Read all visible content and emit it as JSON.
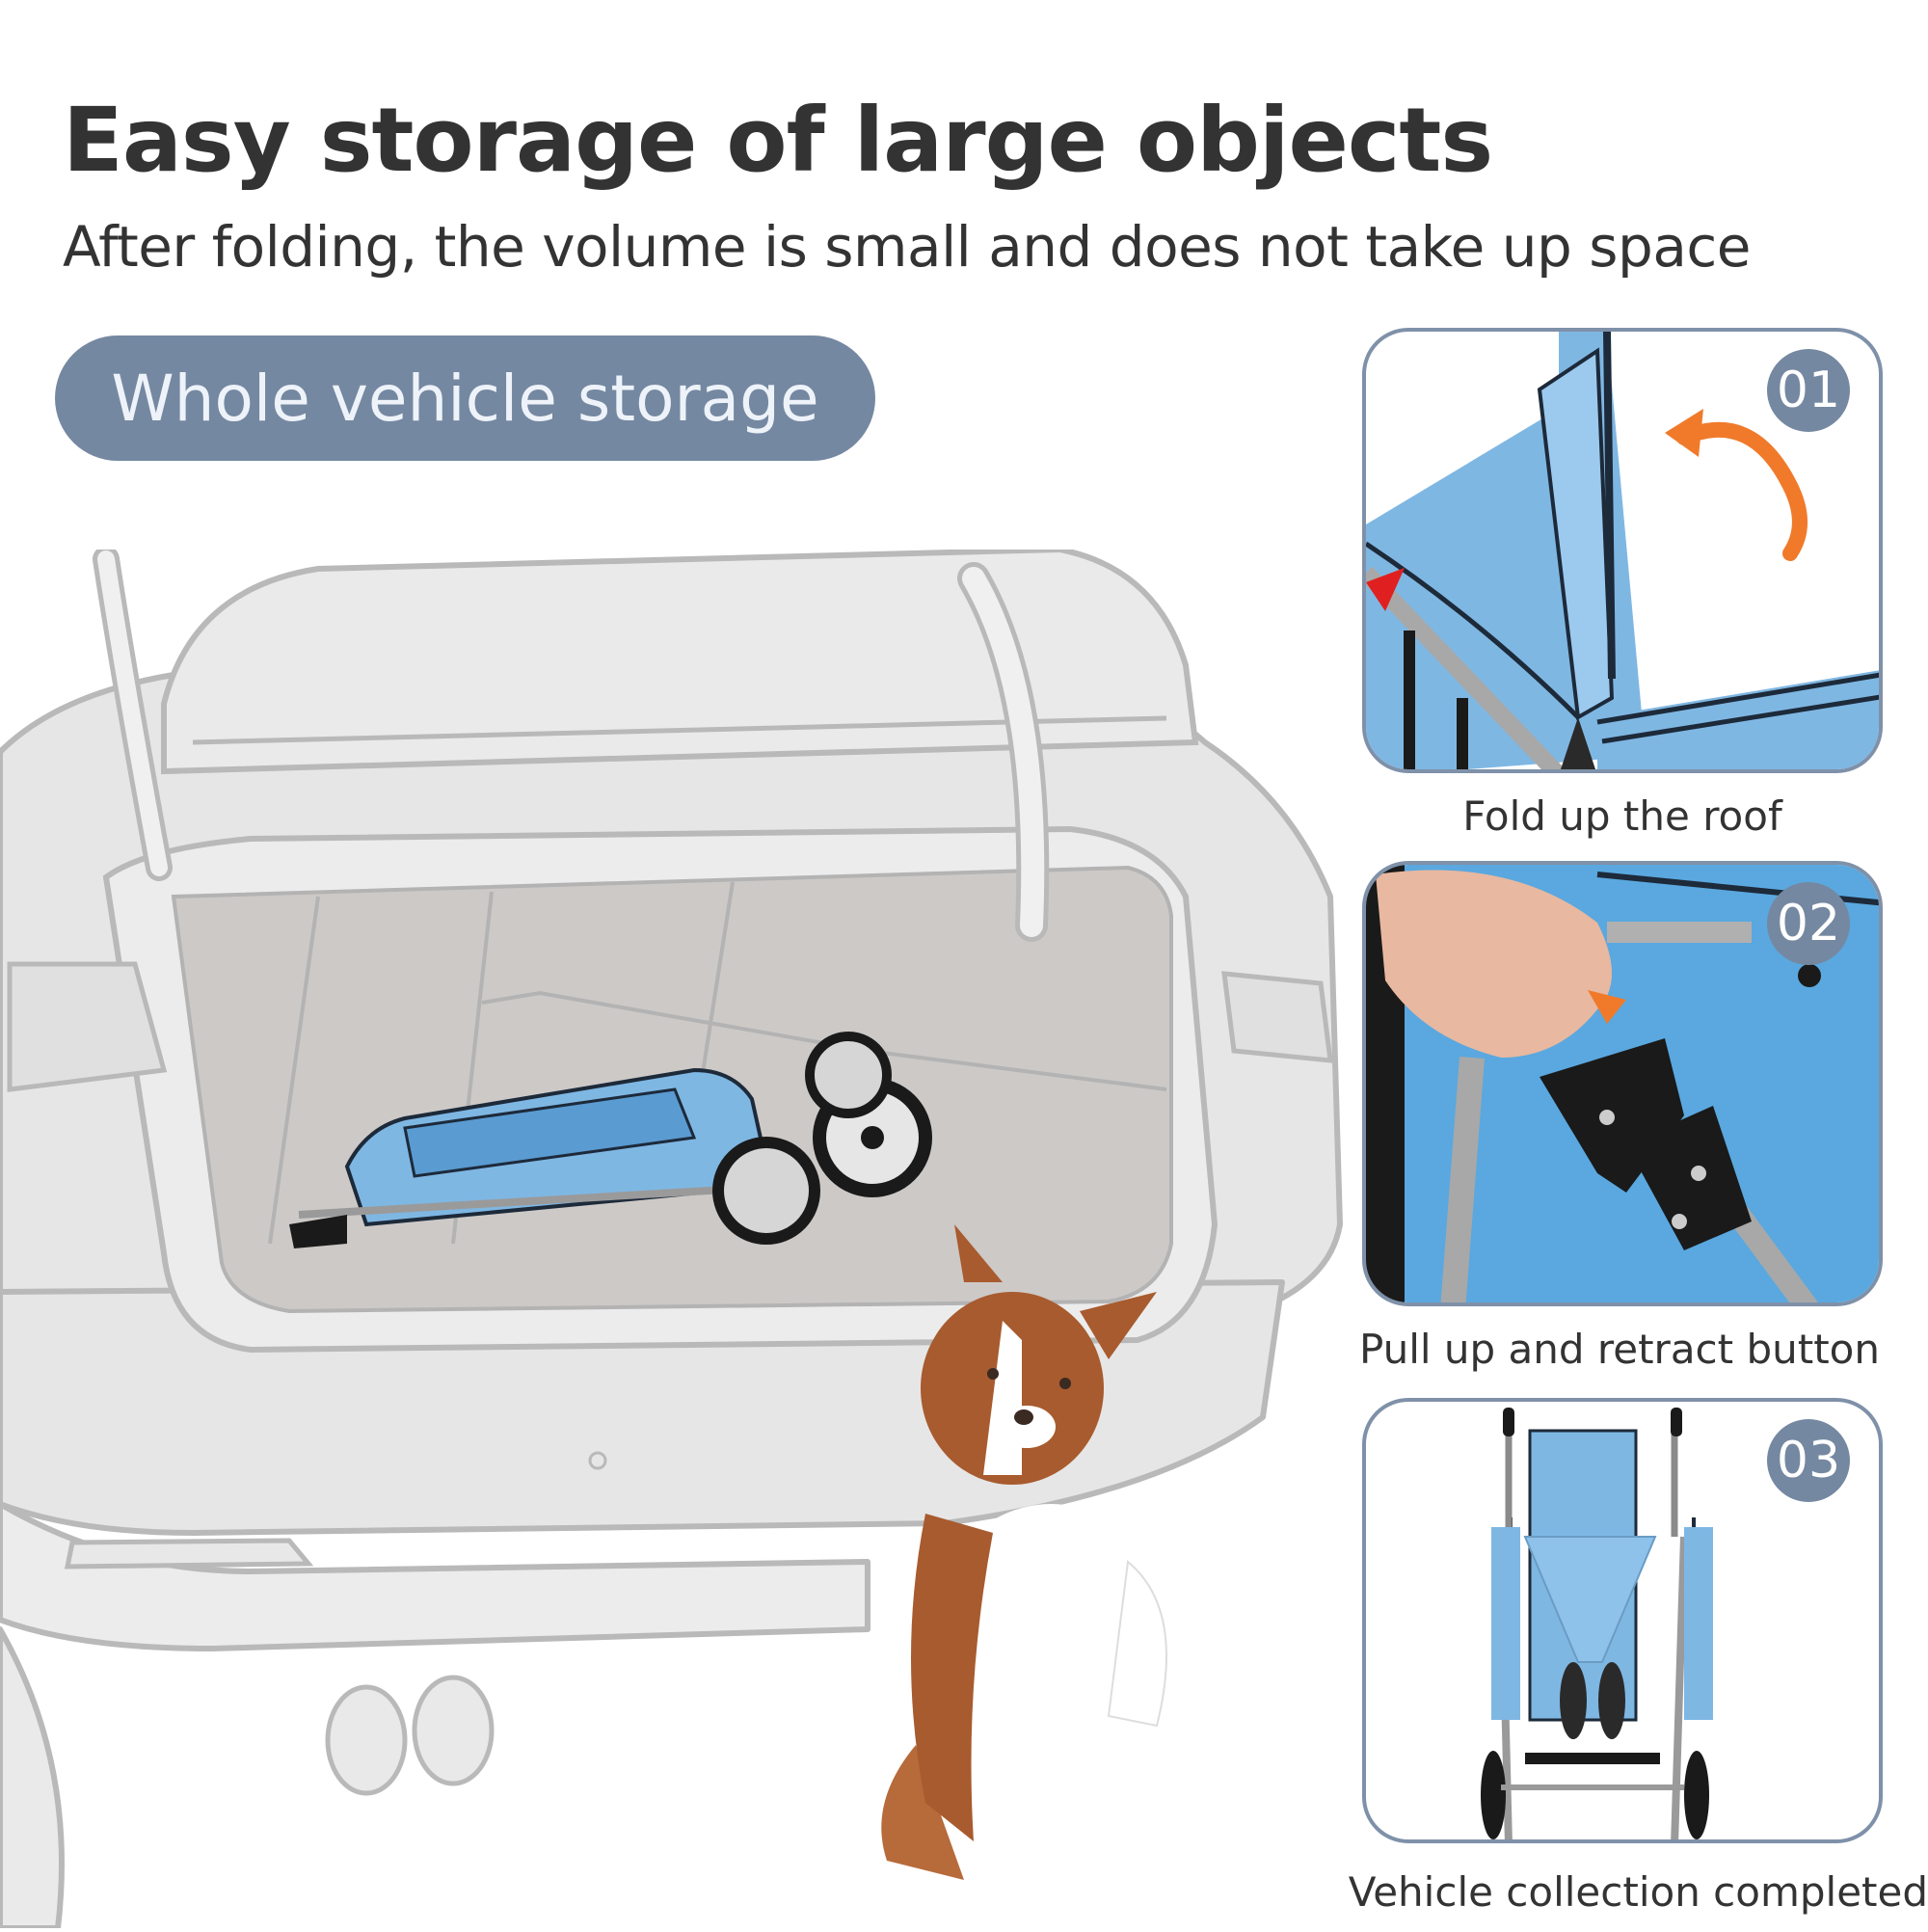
{
  "header": {
    "title": "Easy storage of large objects",
    "subtitle": "After folding, the volume is small and does not take up space"
  },
  "section_label": "Whole vehicle storage",
  "colors": {
    "accent_slate": "#7588a1",
    "card_border": "#7f91a9",
    "stroller_blue": "#7fb7e3",
    "arrow_orange": "#f07a2a",
    "car_outline": "#b9b9b9",
    "trunk_floor": "#cdc9c7"
  },
  "steps": [
    {
      "number": "01",
      "caption": "Fold up the roof",
      "image": "stroller-canopy-folding-photo",
      "arrow": "curved-arrow-orange"
    },
    {
      "number": "02",
      "caption": "Pull up and retract button",
      "image": "hand-pulling-fold-latch-photo",
      "arrow": "arrow-orange"
    },
    {
      "number": "03",
      "caption": "Vehicle collection completed",
      "image": "folded-stroller-upright-photo"
    }
  ],
  "main_illustration": {
    "car": "car-rear-open-trunk-outline",
    "stroller": "folded-blue-pet-stroller",
    "dog": "border-collie-sitting"
  }
}
